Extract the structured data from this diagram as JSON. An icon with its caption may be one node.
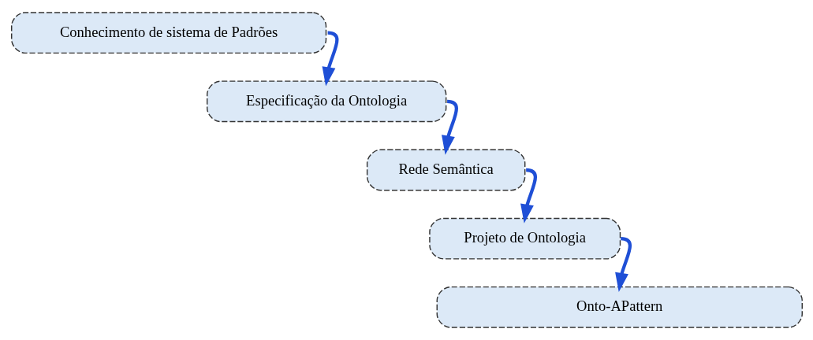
{
  "diagram": {
    "nodes": [
      {
        "text": [
          "Conhecimento de sistema de Padrões"
        ]
      },
      {
        "text": [
          "Especificação da Ontologia"
        ]
      },
      {
        "text": [
          "Rede Semântica"
        ]
      },
      {
        "text": [
          "Projeto de Ontologia"
        ]
      },
      {
        "text": [
          "Onto-APattern"
        ]
      }
    ],
    "edges": [
      {
        "from": 0,
        "to": 1,
        "arrow": "to"
      },
      {
        "from": 1,
        "to": 2,
        "arrow": "to"
      },
      {
        "from": 2,
        "to": 3,
        "arrow": "to"
      },
      {
        "from": 3,
        "to": 4,
        "arrow": "to"
      }
    ]
  }
}
